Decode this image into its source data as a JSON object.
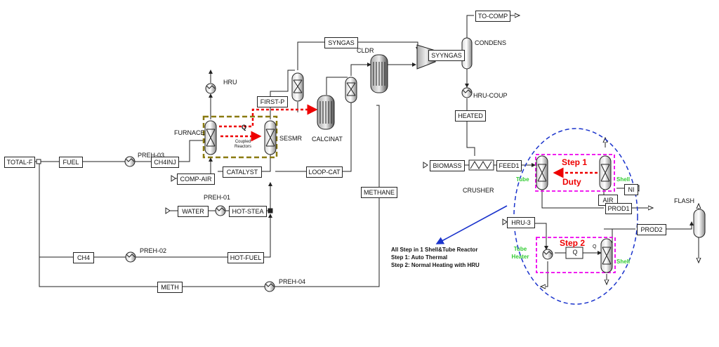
{
  "streams": {
    "total_f": "TOTAL-F",
    "fuel": "FUEL",
    "ch4inj": "CH4INJ",
    "comp_air": "COMP-AIR",
    "catalyst": "CATALYST",
    "loop_cat": "LOOP-CAT",
    "water": "WATER",
    "hot_stea": "HOT-STEA",
    "ch4": "CH4",
    "hot_fuel": "HOT-FUEL",
    "meth": "METH",
    "methane": "METHANE",
    "syngas": "SYNGAS",
    "syyngas": "SYYNGAS",
    "first_p": "FIRST-P",
    "to_comp": "TO-COMP",
    "heated": "HEATED",
    "biomass": "BIOMASS",
    "feed1": "FEED1",
    "air": "AIR",
    "ni": "NI",
    "prod1": "PROD1",
    "prod2": "PROD2",
    "hru_3": "HRU-3",
    "q": "Q"
  },
  "blocks": {
    "preh_03": "PREH-03",
    "preh_01": "PREH-01",
    "preh_02": "PREH-02",
    "preh_04": "PREH-04",
    "hru": "HRU",
    "furnace": "FURNACE",
    "sesmr": "SESMR",
    "calcinat": "CALCINAT",
    "cldr": "CLDR",
    "condens": "CONDENS",
    "hru_coup": "HRU-COUP",
    "crusher": "CRUSHER",
    "flash": "FLASH"
  },
  "annotations": {
    "q_label": "Q",
    "coupled_reactors": "Coupled Reactors",
    "step1": "Step 1",
    "duty": "Duty",
    "step2": "Step 2",
    "tube": "Tube",
    "shell": "Shell",
    "tube_heater": "Tube Heater",
    "shell2": "Shell",
    "q_small": "Q",
    "note_line1": "All Step in 1 Shell&Tube Reactor",
    "note_line2": "Step 1: Auto Thermal",
    "note_line3": "Step 2: Normal Heating with HRU"
  },
  "colors": {
    "line": "#222222",
    "heat_stream": "#ee0000",
    "coupled_box": "#8a7a10",
    "step_box": "#ee00ee",
    "ellipse": "#1a33cc",
    "label_green": "#33cc33",
    "label_red": "#ee0000"
  }
}
